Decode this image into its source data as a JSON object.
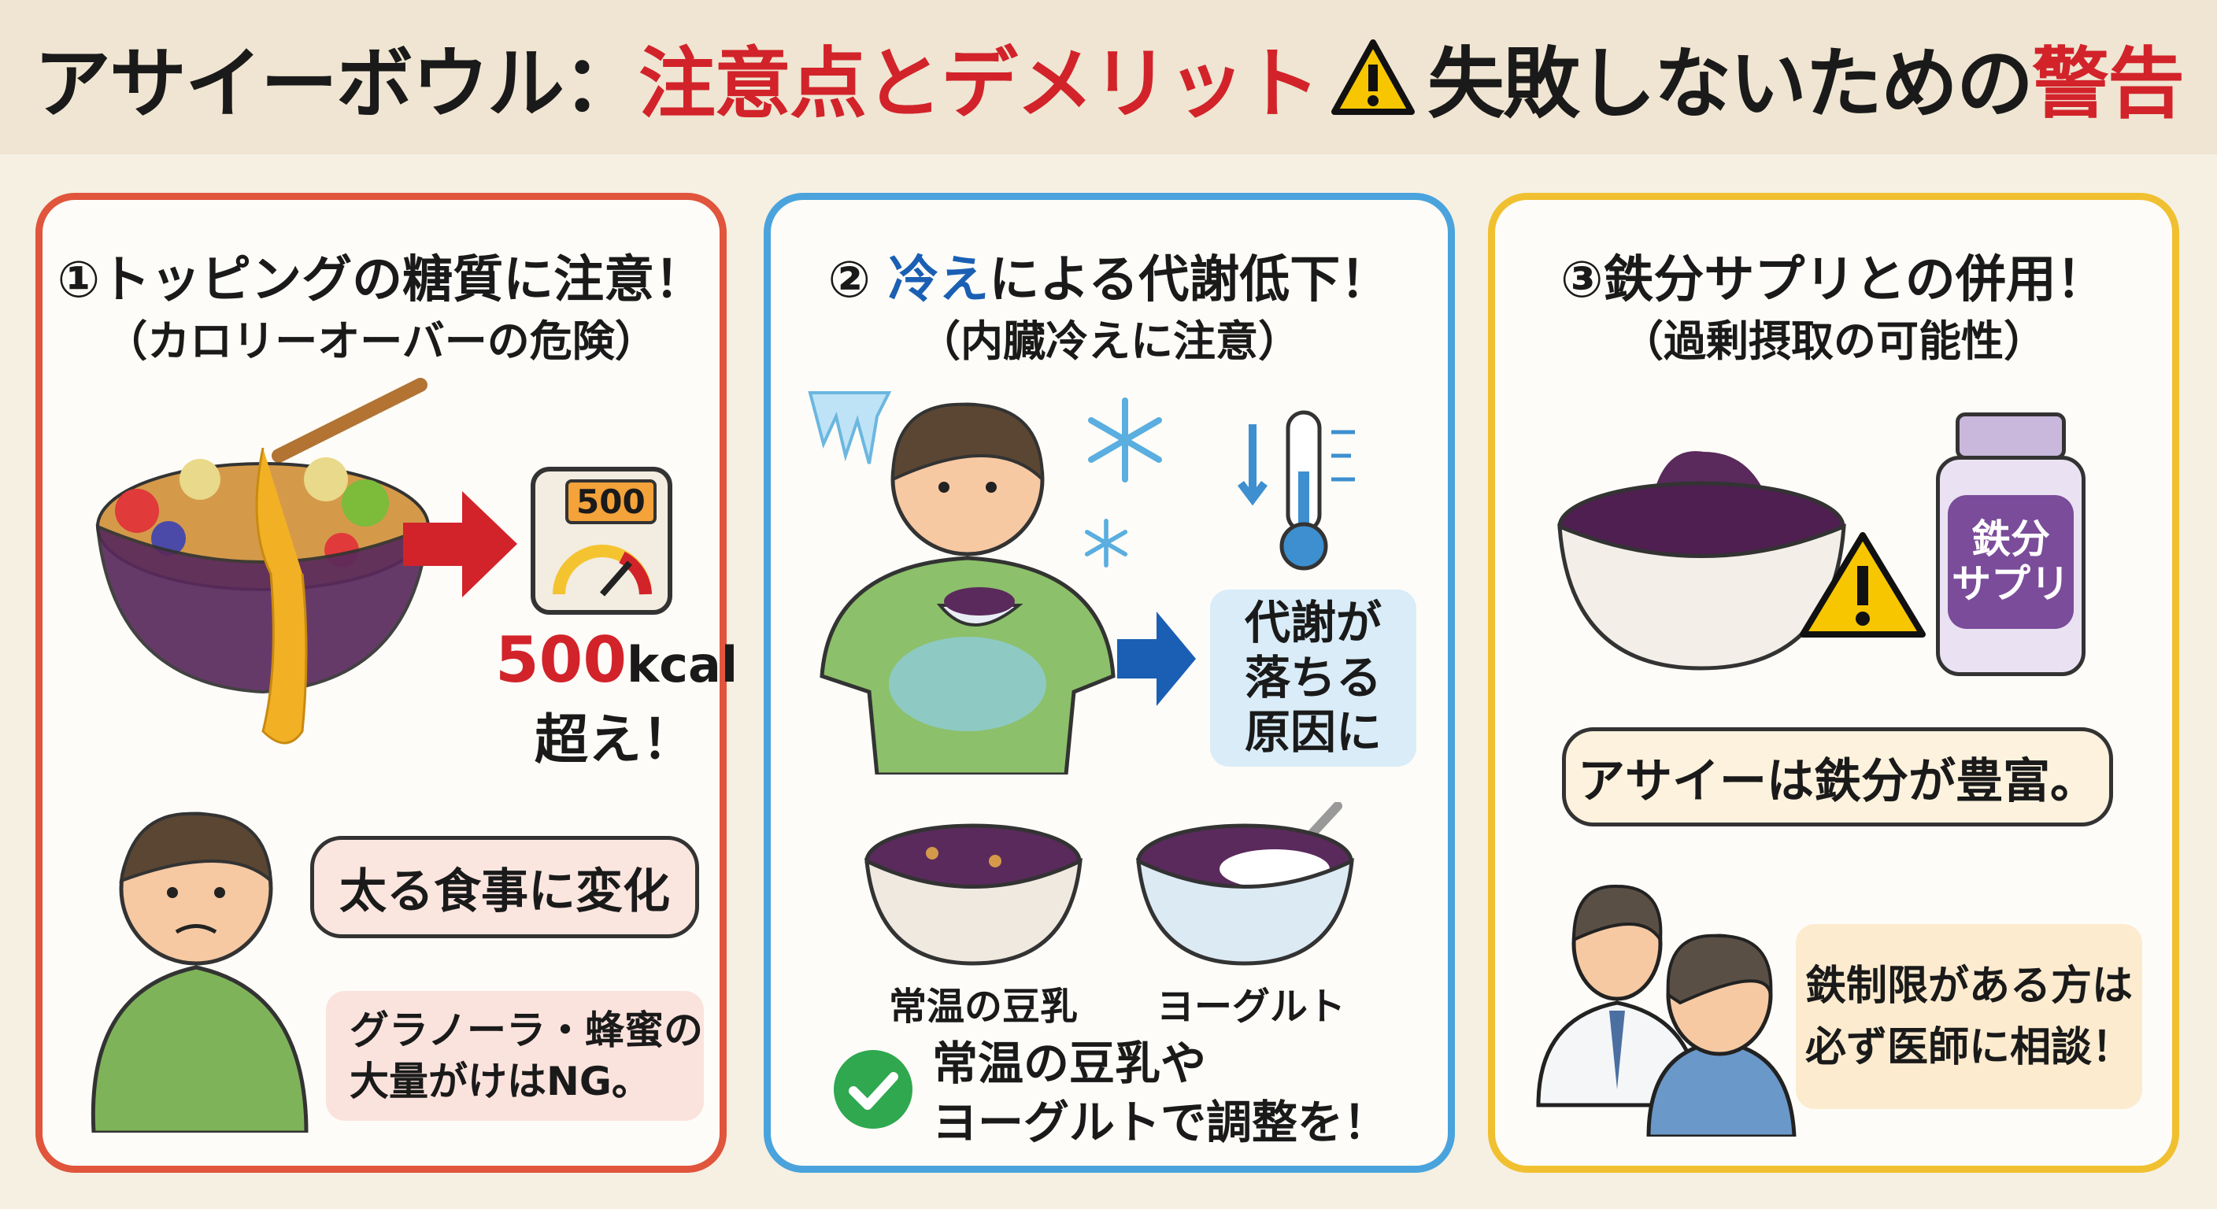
{
  "title": {
    "part1": "アサイーボウル：",
    "part2": "注意点とデメリット",
    "part3": "失敗しないための",
    "part4": "警告",
    "icon": "warning-icon"
  },
  "colors": {
    "red": "#d2232a",
    "panel1": "#e0553c",
    "panel2": "#4aa3dc",
    "panel3": "#f0c030",
    "blue_text": "#1a5fb4"
  },
  "panels": [
    {
      "heading": "①トッピングの糖質に注意！",
      "subtitle": "（カロリーオーバーの危険）",
      "gauge_label": "500",
      "kcal_number": "500",
      "kcal_unit": "kcal",
      "kcal_suffix": "超え！",
      "bubble": "太る食事に変化",
      "note": [
        "グラノーラ・蜂蜜の",
        "大量がけはNG。"
      ]
    },
    {
      "heading_num": "②",
      "heading_accent": "冷え",
      "heading_rest": "による代謝低下！",
      "subtitle": "（内臓冷えに注意）",
      "box": [
        "代謝が",
        "落ちる",
        "原因に"
      ],
      "bowl_labels": [
        "常温の豆乳",
        "ヨーグルト"
      ],
      "tip": [
        "常温の豆乳や",
        "ヨーグルトで調整を！"
      ]
    },
    {
      "heading": "③鉄分サプリとの併用！",
      "subtitle": "（過剰摂取の可能性）",
      "bottle_label": [
        "鉄分",
        "サプリ"
      ],
      "bubble": "アサイーは鉄分が豊富。",
      "note": [
        "鉄制限がある方は",
        "必ず医師に相談！"
      ]
    }
  ]
}
